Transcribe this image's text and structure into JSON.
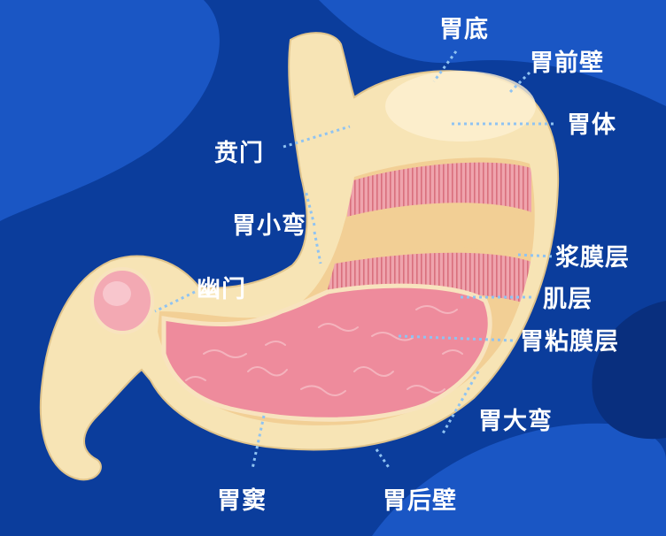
{
  "labels": {
    "fundus": "胃底",
    "anterior_wall": "胃前壁",
    "body": "胃体",
    "cardia": "贲门",
    "lesser_curvature": "胃小弯",
    "pylorus": "幽门",
    "serosa": "浆膜层",
    "muscularis": "肌层",
    "mucosa": "胃粘膜层",
    "greater_curvature": "胃大弯",
    "antrum": "胃窦",
    "posterior_wall": "胃后壁"
  },
  "colors": {
    "background": "#0b3d9c",
    "background_light": "#1a56c4",
    "stomach_outer": "#f7e4b5",
    "muscle": "#e88a95",
    "mucosa": "#ee8b9c",
    "label_text": "#ffffff",
    "leader_line": "#8fc3f2"
  }
}
